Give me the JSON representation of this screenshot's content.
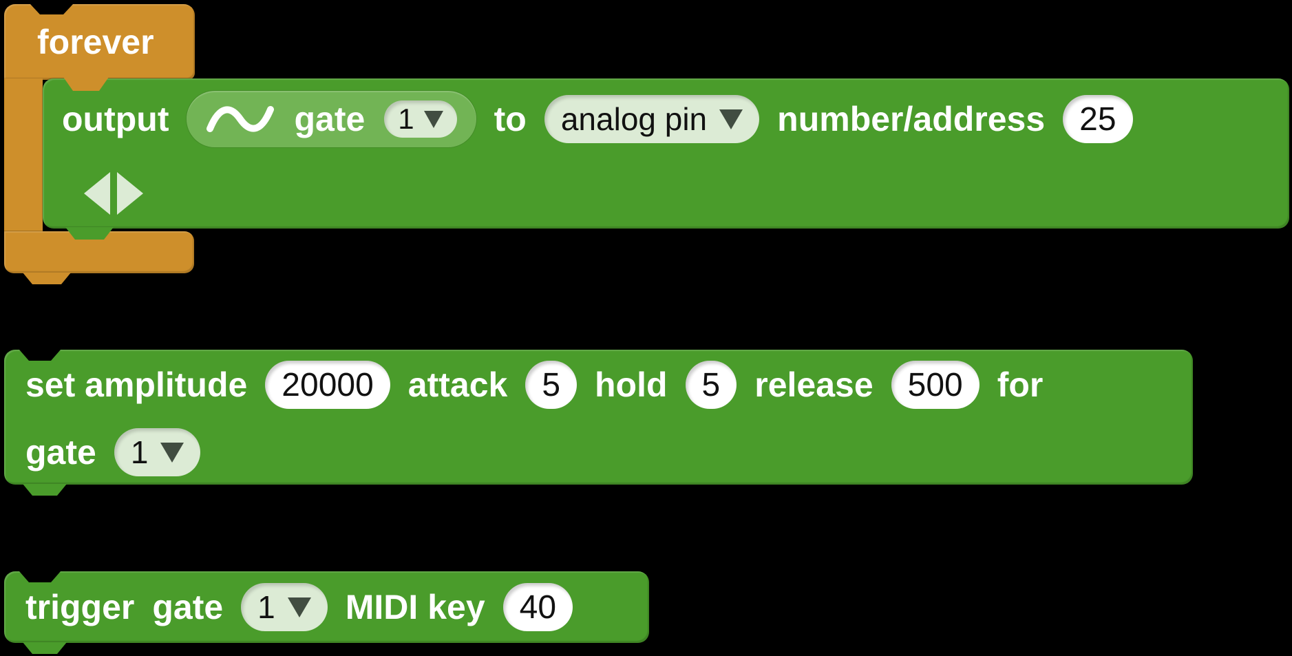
{
  "app_context": "block-programming-canvas",
  "colors": {
    "background": "#000000",
    "control_orange": "#CE8F2B",
    "block_green": "#4A9C2B",
    "reporter_green": "#72B455",
    "pill_light_green": "#DCEBD5",
    "dropdown_arrow_dark": "#414D41",
    "input_white": "#FFFFFF",
    "label_text_white": "#FFFFFF",
    "value_text_black": "#111111"
  },
  "forever_block": {
    "label": "forever"
  },
  "output_block": {
    "label_output": "output",
    "wave_reporter": {
      "icon": "sine-wave-icon",
      "label_gate": "gate",
      "gate_select": "1",
      "arrow_icon": "dropdown-arrow-icon"
    },
    "label_to": "to",
    "destination_select": "analog pin",
    "label_number_address": "number/address",
    "address_value": "25",
    "expander": {
      "left_icon": "left-triangle-icon",
      "right_icon": "right-triangle-icon"
    }
  },
  "envelope_block": {
    "label_set_amplitude": "set amplitude",
    "amplitude_value": "20000",
    "label_attack": "attack",
    "attack_value": "5",
    "label_hold": "hold",
    "hold_value": "5",
    "label_release": "release",
    "release_value": "500",
    "label_for": "for",
    "label_gate": "gate",
    "gate_select": "1"
  },
  "trigger_block": {
    "label_trigger": "trigger",
    "label_gate": "gate",
    "gate_select": "1",
    "label_midi_key": "MIDI key",
    "midi_value": "40"
  }
}
